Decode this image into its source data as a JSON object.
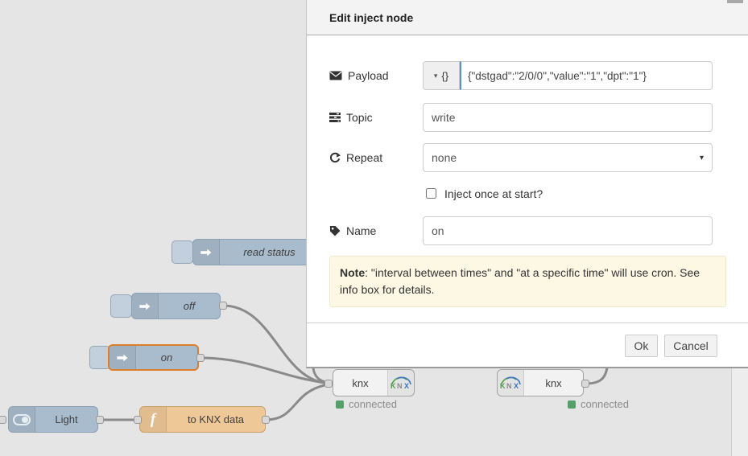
{
  "dialog": {
    "title": "Edit inject node",
    "payload": {
      "label": "Payload",
      "type_symbol": "{}",
      "value": "{\"dstgad\":\"2/0/0\",\"value\":\"1\",\"dpt\":\"1\"}"
    },
    "topic": {
      "label": "Topic",
      "value": "write"
    },
    "repeat": {
      "label": "Repeat",
      "value": "none"
    },
    "inject_once_label": "Inject once at start?",
    "name": {
      "label": "Name",
      "value": "on"
    },
    "note": {
      "bold": "Note",
      "text": ": \"interval between times\" and \"at a specific time\" will use cron. See info box for details."
    },
    "ok_label": "Ok",
    "cancel_label": "Cancel"
  },
  "canvas": {
    "nodes": {
      "read_status": {
        "label": "read status"
      },
      "off": {
        "label": "off"
      },
      "on": {
        "label": "on"
      },
      "light": {
        "label": "Light"
      },
      "to_knx": {
        "label": "to KNX data"
      },
      "knx_left": {
        "label": "knx",
        "status": "connected"
      },
      "knx_right": {
        "label": "knx",
        "status": "connected"
      }
    }
  },
  "icons": {
    "caret_down": "▾"
  },
  "colors": {
    "inject_node": "#a9bcce",
    "function_node": "#eec897",
    "knx_node": "#f2f2f2",
    "selected_border": "#dd7e2c",
    "status_green": "#54a06a",
    "note_bg": "#fcf8e3",
    "canvas_bg": "#e5e5e5",
    "wire": "#8a8a8a"
  }
}
